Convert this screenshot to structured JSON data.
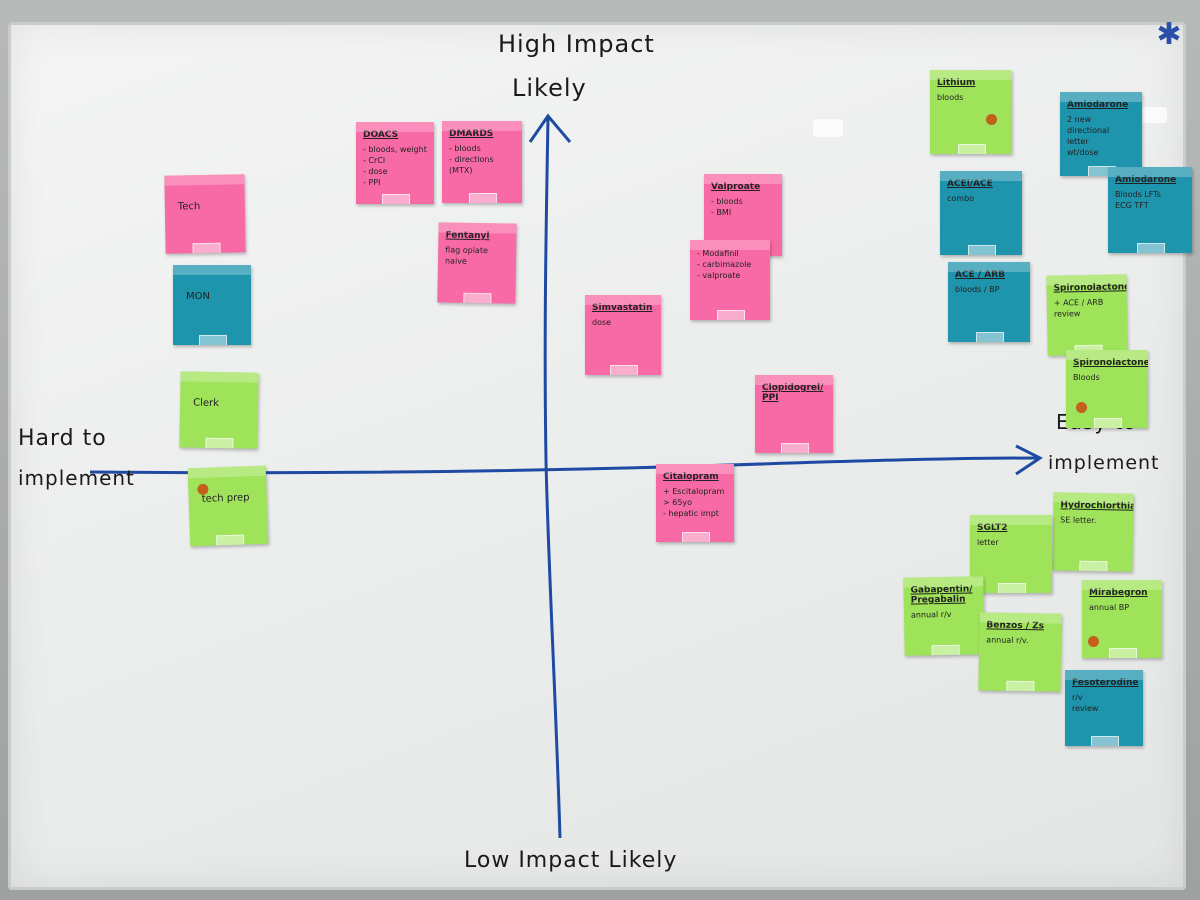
{
  "axes": {
    "top_label": [
      "High Impact",
      "Likely"
    ],
    "bottom_label": "Low Impact Likely",
    "left_label": [
      "Hard to",
      "implement"
    ],
    "right_label": [
      "Easy to",
      "implement"
    ]
  },
  "notes": [
    {
      "id": "tech",
      "color": "pink",
      "title": "",
      "lines": [
        "Tech"
      ]
    },
    {
      "id": "mon",
      "color": "blue",
      "title": "",
      "lines": [
        "MON"
      ]
    },
    {
      "id": "clerk",
      "color": "green",
      "title": "",
      "lines": [
        "Clerk"
      ]
    },
    {
      "id": "techprep",
      "color": "green",
      "title": "",
      "lines": [
        "tech prep"
      ]
    },
    {
      "id": "doacs",
      "color": "pink",
      "title": "DOACS",
      "lines": [
        "- bloods, weight",
        "- CrCl",
        "- dose",
        "- PPI"
      ]
    },
    {
      "id": "dmards",
      "color": "pink",
      "title": "DMARDS",
      "lines": [
        "- bloods",
        "- directions",
        "  (MTX)"
      ]
    },
    {
      "id": "fentanyl",
      "color": "pink",
      "title": "Fentanyl",
      "lines": [
        "flag opiate",
        "naive"
      ]
    },
    {
      "id": "valproate",
      "color": "pink",
      "title": "Valproate",
      "lines": [
        "- bloods",
        "- BMI"
      ]
    },
    {
      "id": "modafinil",
      "color": "pink",
      "title": "",
      "lines": [
        "- Modafinil",
        "- carbimazole",
        "- valproate"
      ]
    },
    {
      "id": "simvastatin",
      "color": "pink",
      "title": "Simvastatin",
      "lines": [
        "dose"
      ]
    },
    {
      "id": "clopidogrel",
      "color": "pink",
      "title": "Clopidogrel/ PPI",
      "lines": []
    },
    {
      "id": "citalopram",
      "color": "pink",
      "title": "Citalopram",
      "lines": [
        "+ Escitalopram",
        "> 65yo",
        "- hepatic impt"
      ]
    },
    {
      "id": "lithium",
      "color": "green",
      "title": "Lithium",
      "lines": [
        "bloods"
      ]
    },
    {
      "id": "amiodarone1",
      "color": "blue",
      "title": "Amiodarone",
      "lines": [
        "2 new",
        "directional",
        "letter",
        "wt/dose"
      ]
    },
    {
      "id": "aceace",
      "color": "blue",
      "title": "ACEi/ACE",
      "lines": [
        "combo"
      ]
    },
    {
      "id": "amiodarone2",
      "color": "blue",
      "title": "Amiodarone",
      "lines": [
        "Bloods LFTs",
        "ECG TFT"
      ]
    },
    {
      "id": "acearb",
      "color": "blue",
      "title": "ACE / ARB",
      "lines": [
        "bloods / BP"
      ]
    },
    {
      "id": "spiro1",
      "color": "green",
      "title": "Spironolactone",
      "lines": [
        "+ ACE / ARB",
        "review"
      ]
    },
    {
      "id": "spiro2",
      "color": "green",
      "title": "Spironolactone",
      "lines": [
        "Bloods"
      ]
    },
    {
      "id": "hydro",
      "color": "green",
      "title": "Hydrochlorthiazide",
      "lines": [
        "SE letter."
      ]
    },
    {
      "id": "sglt2",
      "color": "green",
      "title": "SGLT2",
      "lines": [
        "letter"
      ]
    },
    {
      "id": "gaba",
      "color": "green",
      "title": "Gabapentin/ Pregabalin",
      "lines": [
        "annual r/v"
      ]
    },
    {
      "id": "benzos",
      "color": "green",
      "title": "Benzos / Zs",
      "lines": [
        "annual r/v."
      ]
    },
    {
      "id": "mirabegron",
      "color": "green",
      "title": "Mirabegron",
      "lines": [
        "annual BP"
      ]
    },
    {
      "id": "fesoterodine",
      "color": "blue",
      "title": "Fesoterodine",
      "lines": [
        "r/v",
        "review"
      ]
    }
  ],
  "colors": {
    "pink": "#f86aa6",
    "green": "#9fe35a",
    "blue": "#1f94ad",
    "axis": "#1f4aa3"
  }
}
